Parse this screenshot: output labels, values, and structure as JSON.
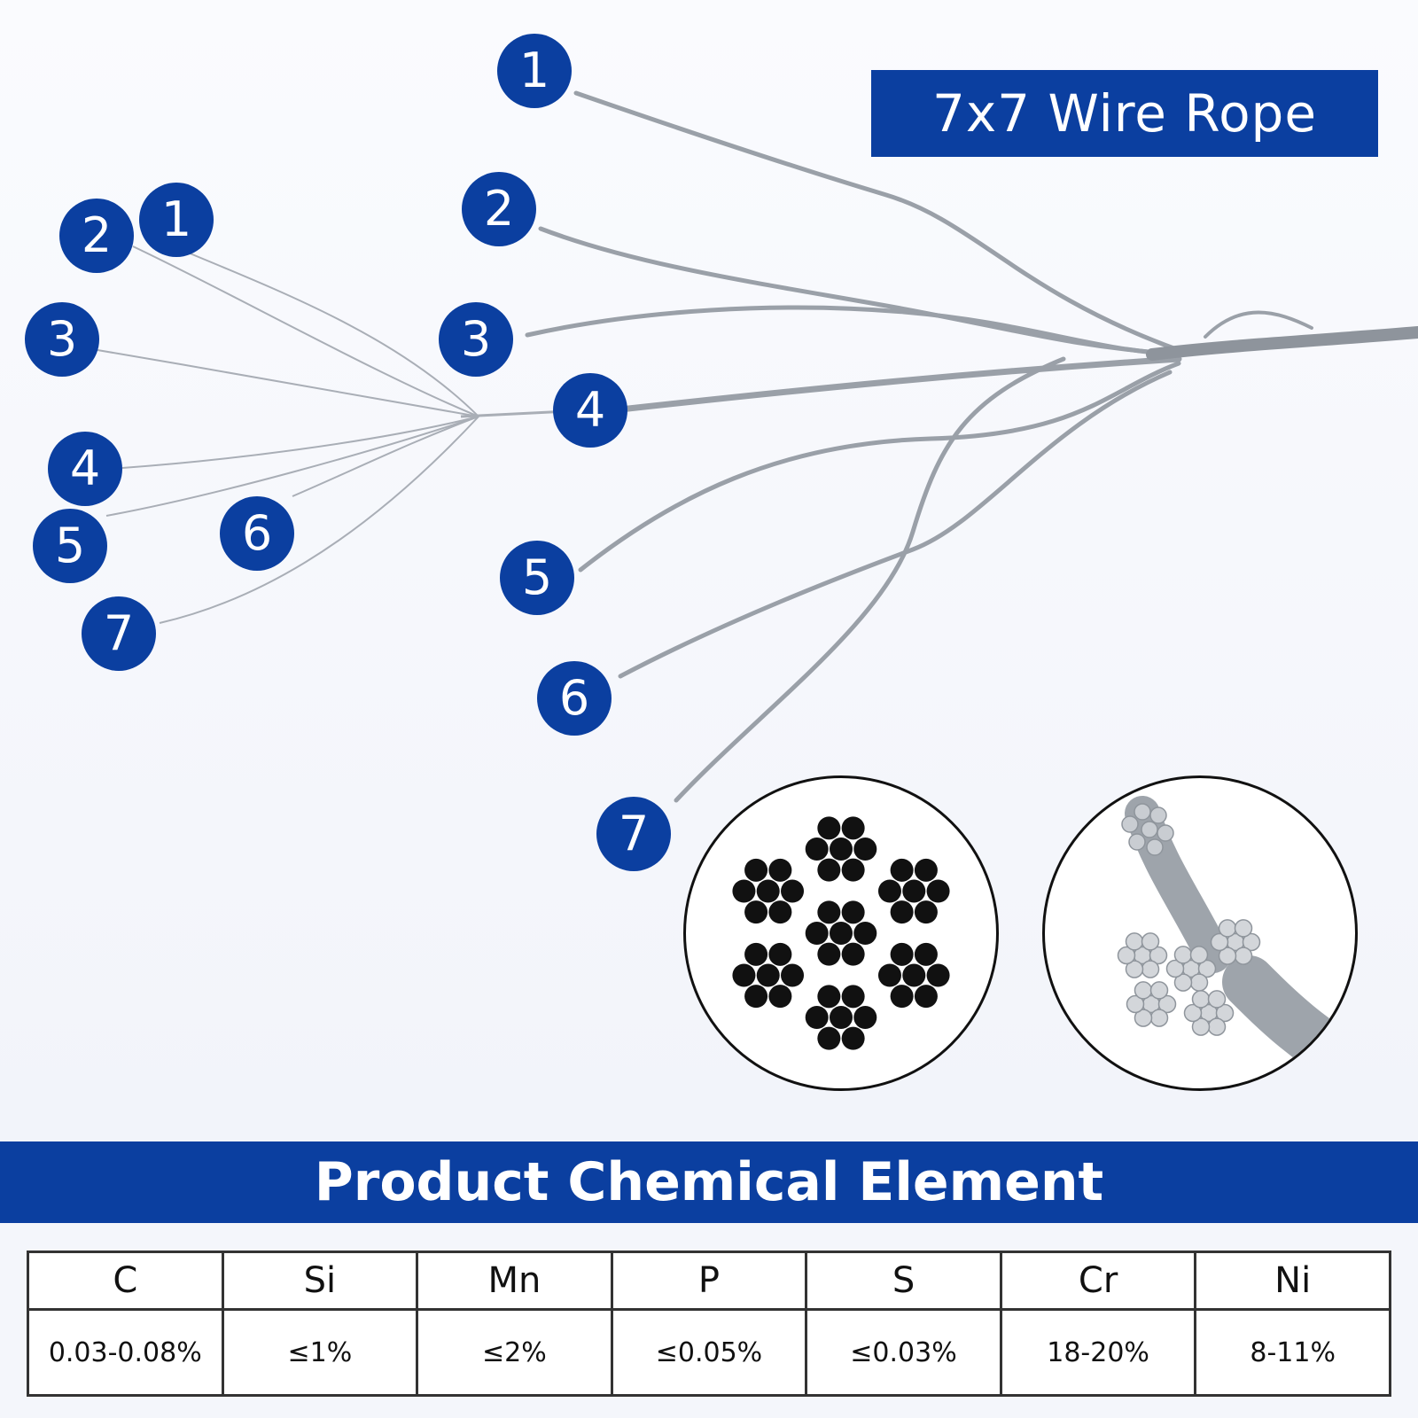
{
  "title": "7x7 Wire Rope",
  "left_labels": [
    "1",
    "2",
    "3",
    "4",
    "5",
    "6",
    "7"
  ],
  "right_labels": [
    "1",
    "2",
    "3",
    "4",
    "5",
    "6",
    "7"
  ],
  "banner": "Product Chemical Element",
  "table": {
    "headers": [
      "C",
      "Si",
      "Mn",
      "P",
      "S",
      "Cr",
      "Ni"
    ],
    "values": [
      "0.03-0.08%",
      "≤1%",
      "≤2%",
      "≤0.05%",
      "≤0.03%",
      "18-20%",
      "8-11%"
    ]
  },
  "colors": {
    "accent": "#0b3fa0",
    "wire": "#9aa0a8"
  },
  "icons": [
    "cross-section-diagram-icon",
    "cut-cable-strands-icon"
  ]
}
